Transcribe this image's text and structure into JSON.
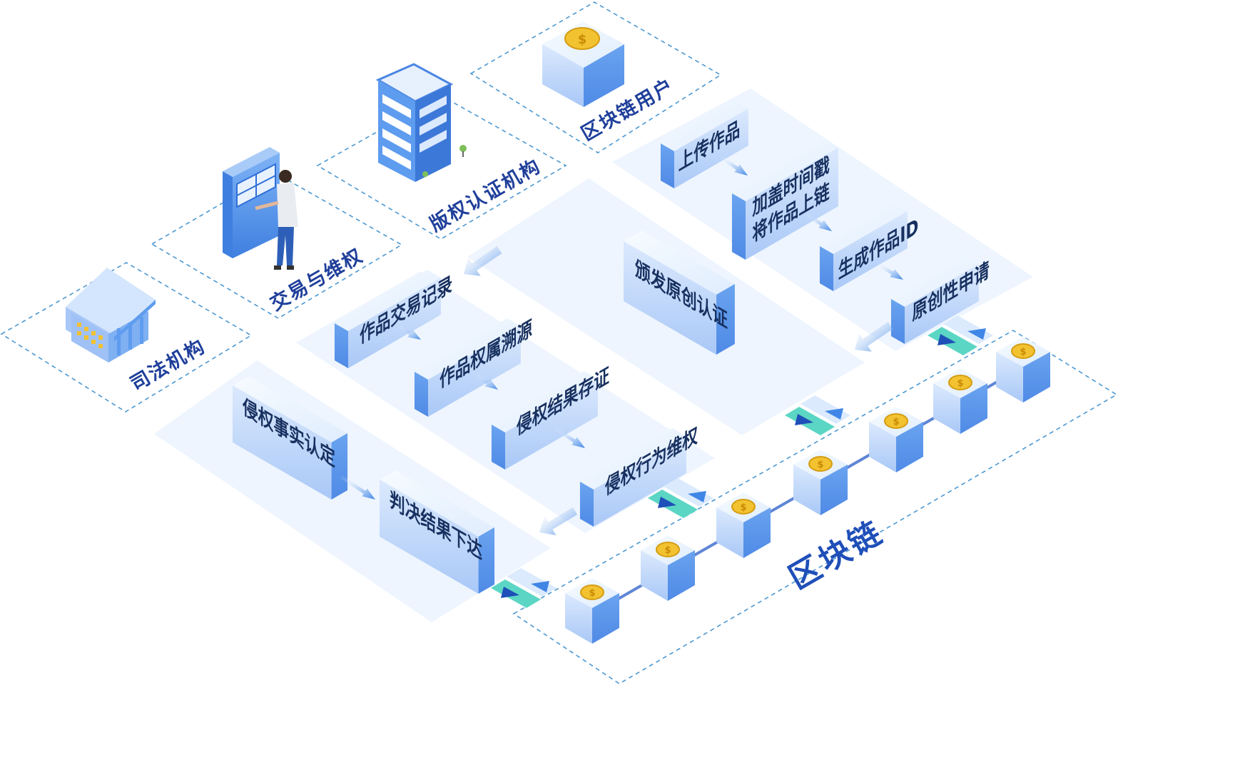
{
  "actors": {
    "judicial": "司法机构",
    "trade": "交易与维权",
    "copyright": "版权认证机构",
    "blockchain_user": "区块链用户"
  },
  "user_flow": {
    "upload": "上传作品",
    "timestamp_line1": "加盖时间戳",
    "timestamp_line2": "将作品上链",
    "generate_id": "生成作品ID",
    "originality_apply": "原创性申请"
  },
  "certification": {
    "issue": "颁发原创认证"
  },
  "trade_flow": {
    "record": "作品交易记录",
    "trace": "作品权属溯源",
    "evidence": "侵权结果存证",
    "defend": "侵权行为维权"
  },
  "judicial_flow": {
    "fact": "侵权事实认定",
    "verdict": "判决结果下达"
  },
  "chain": {
    "label": "区块链"
  },
  "colors": {
    "accent": "#2f6fd8",
    "dashed": "#4c98d2",
    "platform": "#eef5fe",
    "block_front": "#b6d3fb",
    "block_side": "#7fb0f2",
    "coin": "#f2c230",
    "teal": "#5cd6c4"
  }
}
